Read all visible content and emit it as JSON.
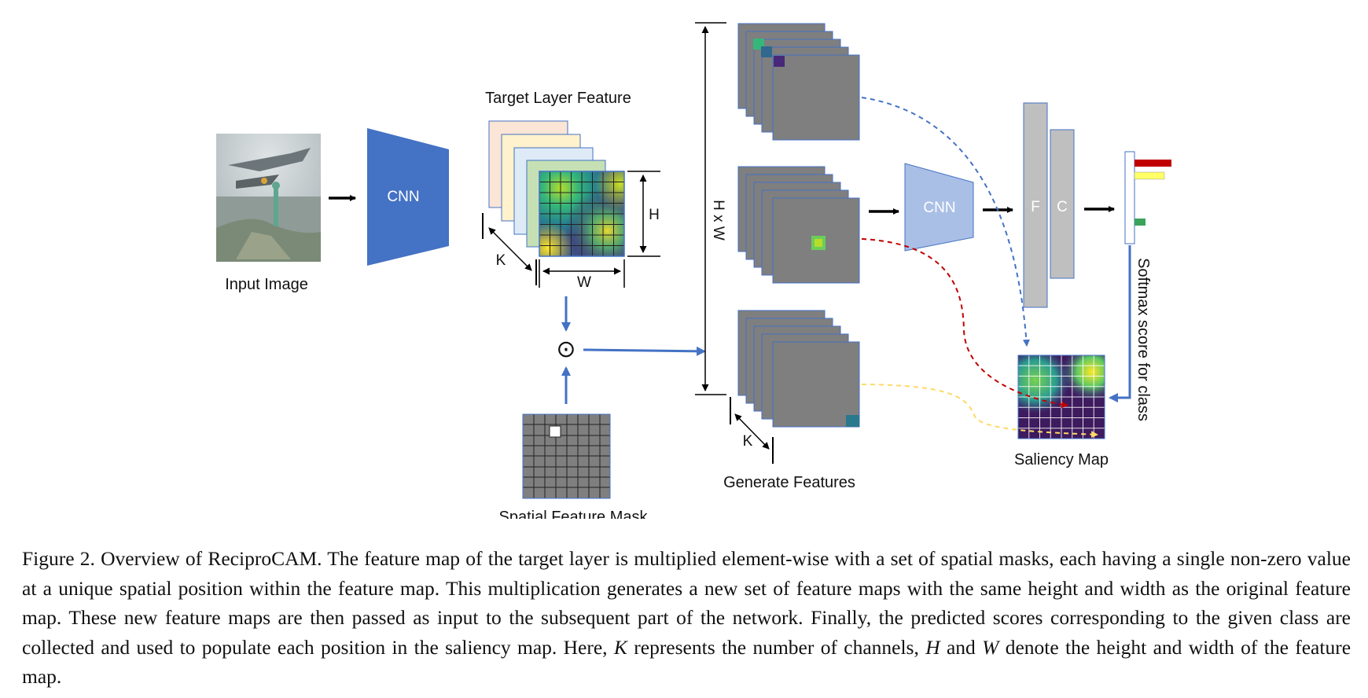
{
  "labels": {
    "input_image": "Input Image",
    "cnn_main": "CNN",
    "target_layer_feature": "Target Layer Feature",
    "dim_h": "H",
    "dim_w": "W",
    "dim_k": "K",
    "multiply_symbol": "⊙",
    "spatial_feature_mask": "Spatial Feature Mask",
    "hxw": "H x W",
    "generate_features": "Generate Features",
    "dim_k2": "K",
    "cnn_small": "CNN",
    "fc_f": "F",
    "fc_c": "C",
    "softmax_score": "Softmax score for class",
    "saliency_map": "Saliency Map"
  },
  "caption": {
    "part1": "Figure 2. Overview of ReciproCAM. The feature map of the target layer is multiplied element-wise with a set of spatial masks, each having a single non-zero value at a unique spatial position within the feature map. This multiplication generates a new set of feature maps with the same height and width as the original feature map. These new feature maps are then passed as input to the subsequent part of the network. Finally, the predicted scores corresponding to the given class are collected and used to populate each position in the saliency map. Here, ",
    "k": "K",
    "part2": " represents the number of channels, ",
    "h": "H",
    "part3": " and ",
    "w": "W",
    "part4": " denote the height and width of the feature map."
  },
  "colors": {
    "cnn_main": "#4472c4",
    "cnn_small": "#a9bfe6",
    "feature_gray": "#7f7f7f",
    "fc_gray": "#bfbfbf",
    "arrow_blue": "#4472c4",
    "dash_blue": "#4472c4",
    "dash_red": "#c00000",
    "dash_yellow": "#ffd966",
    "bar_red": "#c00000",
    "bar_yellow": "#ffff66",
    "bar_green": "#3aa35a"
  }
}
